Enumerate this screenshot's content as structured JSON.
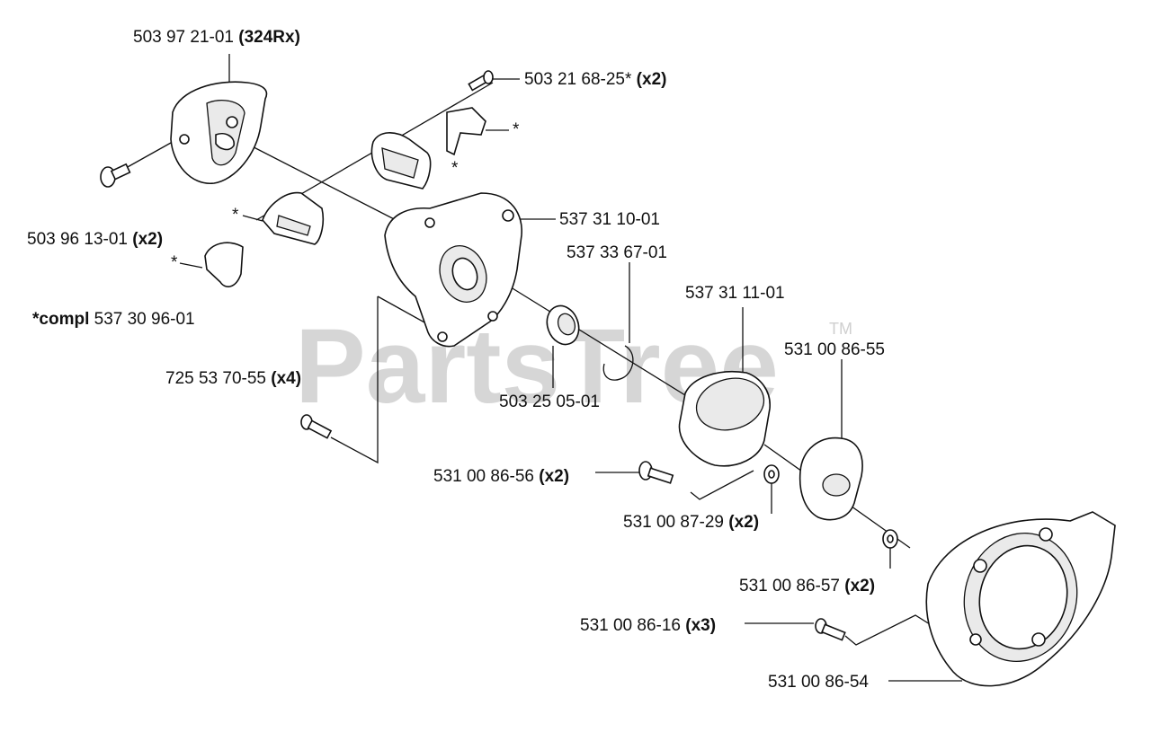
{
  "watermark": {
    "text": "PartsTree",
    "trademark": "TM"
  },
  "labels": {
    "part_503_97_21_01": {
      "number": "503 97 21-01",
      "qty": "(324Rx)"
    },
    "part_503_21_68_25": {
      "number": "503 21 68-25*",
      "qty": "(x2)"
    },
    "part_503_96_13_01": {
      "number": "503 96 13-01",
      "qty": "(x2)"
    },
    "part_537_31_10_01": {
      "number": "537 31 10-01"
    },
    "part_537_33_67_01": {
      "number": "537 33 67-01"
    },
    "part_537_31_11_01": {
      "number": "537 31 11-01"
    },
    "part_531_00_86_55": {
      "number": "531 00 86-55"
    },
    "part_725_53_70_55": {
      "number": "725 53 70-55",
      "qty": "(x4)"
    },
    "part_503_25_05_01": {
      "number": "503 25 05-01"
    },
    "part_531_00_86_56": {
      "number": "531 00 86-56",
      "qty": "(x2)"
    },
    "part_531_00_87_29": {
      "number": "531 00 87-29",
      "qty": "(x2)"
    },
    "part_531_00_86_57": {
      "number": "531 00 86-57",
      "qty": "(x2)"
    },
    "part_531_00_86_16": {
      "number": "531 00 86-16",
      "qty": "(x3)"
    },
    "part_531_00_86_54": {
      "number": "531 00 86-54"
    },
    "compl_note": {
      "prefix": "*compl",
      "number": "537 30 96-01"
    },
    "asterisk": "*"
  }
}
